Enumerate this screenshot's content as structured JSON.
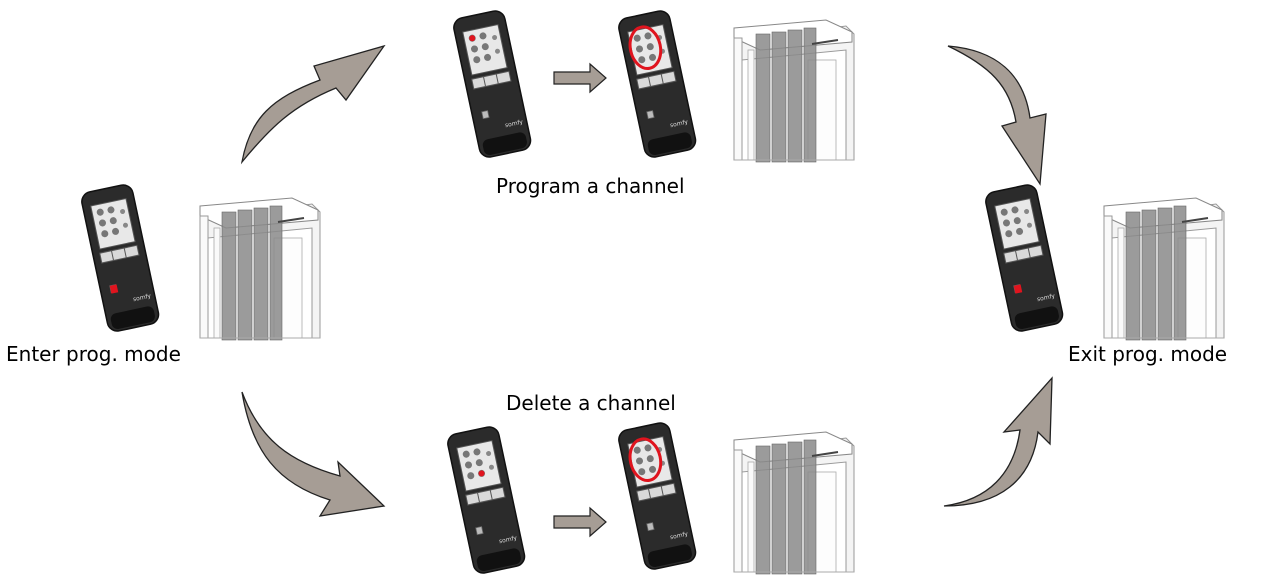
{
  "steps": {
    "program": "Program a channel",
    "delete": "Delete a channel",
    "enter": "Enter prog. mode",
    "exit": "Exit prog. mode"
  },
  "remote": {
    "brand": "somfy"
  },
  "colors": {
    "arrow_fill": "#a69d95",
    "remote_body": "#2b2b2b",
    "highlight": "#e0141e",
    "curtain": "#8a8a8a"
  }
}
